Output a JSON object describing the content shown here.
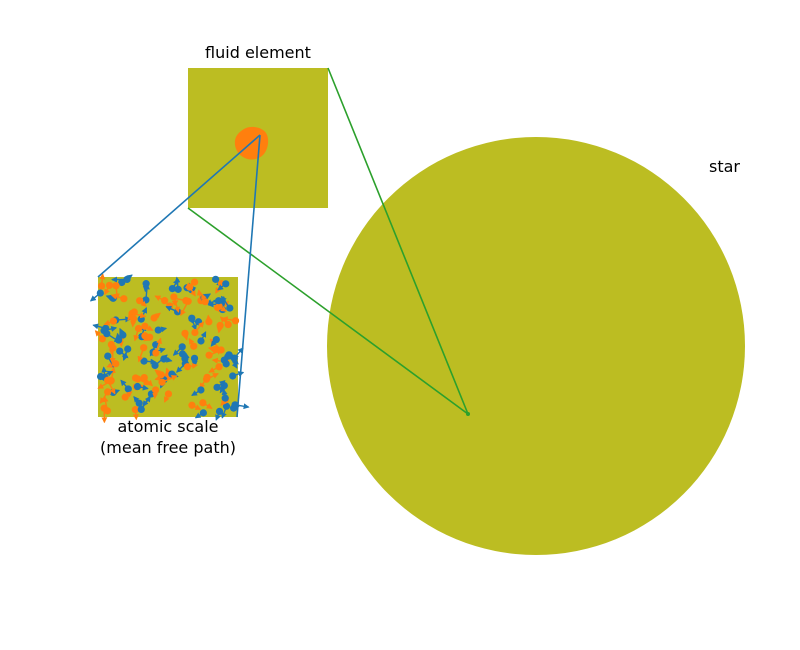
{
  "labels": {
    "fluid_element": "fluid element",
    "star": "star",
    "atomic_line1": "atomic scale",
    "atomic_line2": "(mean free path)"
  },
  "colors": {
    "olive": "#bcbd22",
    "green_line": "#2ca02c",
    "blue": "#1f77b4",
    "orange": "#ff7f0e",
    "text": "#000000",
    "background": "#ffffff"
  },
  "elements": {
    "star": "large olive circle",
    "fluid_element": "olive square containing orange blob",
    "atomic_box": "olive square with particles and velocity arrows",
    "particle_kinds": [
      "blue particle",
      "orange particle"
    ]
  }
}
